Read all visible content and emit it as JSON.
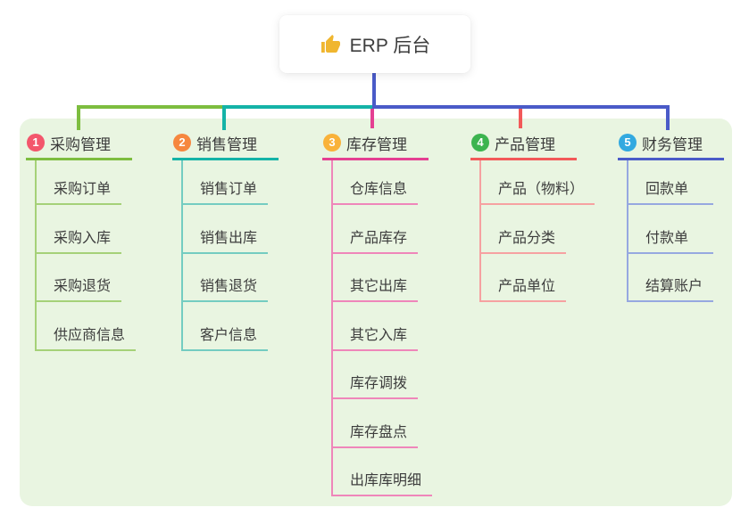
{
  "root": {
    "label": "ERP 后台",
    "icon": "thumbs-up-icon"
  },
  "canvas": {
    "background": "#ffffff",
    "panel_background": "#e9f5e1",
    "text_color": "#3b3b3b"
  },
  "connector": {
    "root_line_color": "#4a5bc8"
  },
  "branches": [
    {
      "number": "1",
      "label": "采购管理",
      "badge_color": "#f3566c",
      "color": "#7dbd3f",
      "sub_color": "#a5d178",
      "items": [
        "采购订单",
        "采购入库",
        "采购退货",
        "供应商信息"
      ]
    },
    {
      "number": "2",
      "label": "销售管理",
      "badge_color": "#f6873f",
      "color": "#14b3a7",
      "sub_color": "#74ccc1",
      "items": [
        "销售订单",
        "销售出库",
        "销售退货",
        "客户信息"
      ]
    },
    {
      "number": "3",
      "label": "库存管理",
      "badge_color": "#f9b23a",
      "color": "#e44092",
      "sub_color": "#ef86ba",
      "items": [
        "仓库信息",
        "产品库存",
        "其它出库",
        "其它入库",
        "库存调拨",
        "库存盘点",
        "出库库明细"
      ]
    },
    {
      "number": "4",
      "label": "产品管理",
      "badge_color": "#3cb44f",
      "color": "#f25959",
      "sub_color": "#f6a1a1",
      "items": [
        "产品（物料）",
        "产品分类",
        "产品单位"
      ]
    },
    {
      "number": "5",
      "label": "财务管理",
      "badge_color": "#32a9e0",
      "color": "#4a5bc8",
      "sub_color": "#96a8e0",
      "items": [
        "回款单",
        "付款单",
        "结算账户"
      ]
    }
  ]
}
